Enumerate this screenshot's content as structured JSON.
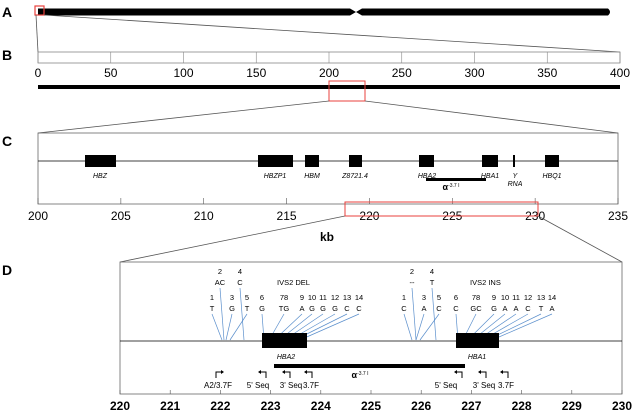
{
  "panels": [
    "A",
    "B",
    "C",
    "D"
  ],
  "panel_b": {
    "ticks": [
      "0",
      "50",
      "100",
      "150",
      "200",
      "250",
      "300",
      "350",
      "400"
    ]
  },
  "panel_c": {
    "ticks": [
      "200",
      "205",
      "210",
      "215",
      "220",
      "225",
      "230",
      "235"
    ],
    "axis_label": "kb",
    "genes": [
      "HBZ",
      "HBZP1",
      "HBM",
      "Z8721.4",
      "HBA2",
      "HBA1",
      "HBQ1"
    ],
    "y_rna": "Y\nRNA",
    "deletion_label": "α",
    "deletion_sup": "-3.7 I"
  },
  "panel_d": {
    "ticks": [
      "220",
      "221",
      "222",
      "223",
      "224",
      "225",
      "226",
      "227",
      "228",
      "229",
      "230"
    ],
    "genes": [
      "HBA2",
      "HBA1"
    ],
    "deletion_label": "α",
    "deletion_sup": "-3.7 I",
    "left_sites": {
      "upper_numbers": [
        "2",
        "4"
      ],
      "upper_bases": [
        "AC",
        "C"
      ],
      "event": "IVS2 DEL",
      "numbers": [
        "1",
        "3",
        "5",
        "6",
        "78",
        "9",
        "10",
        "11",
        "12",
        "13",
        "14"
      ],
      "bases": [
        "T",
        "G",
        "T",
        "G",
        "TG",
        "A",
        "G",
        "G",
        "G",
        "C",
        "C"
      ]
    },
    "right_sites": {
      "upper_numbers": [
        "2",
        "4"
      ],
      "upper_bases": [
        "--",
        "T"
      ],
      "event": "IVS2 INS",
      "numbers": [
        "1",
        "3",
        "5",
        "6",
        "78",
        "9",
        "10",
        "11",
        "12",
        "13",
        "14"
      ],
      "bases": [
        "C",
        "A",
        "C",
        "C",
        "GC",
        "G",
        "A",
        "A",
        "C",
        "T",
        "A"
      ]
    },
    "primers": [
      "A2/3.7F",
      "5' Seq",
      "3' Seq",
      "3.7F",
      "5' Seq",
      "3' Seq",
      "3.7F"
    ]
  },
  "colors": {
    "line": "#000000",
    "zoom_box": "#e8413c",
    "guide": "#5b8fcc"
  }
}
